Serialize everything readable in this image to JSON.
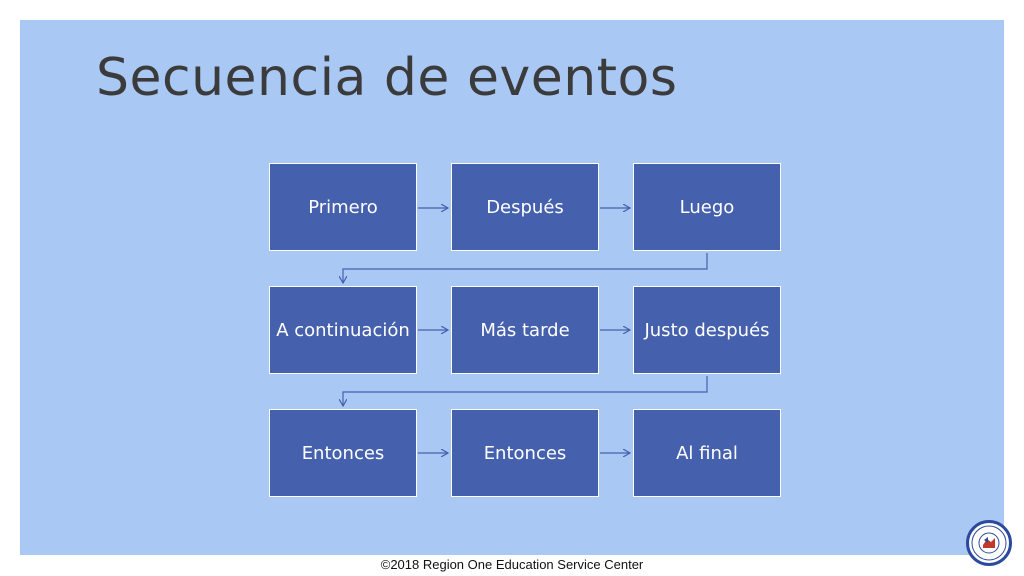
{
  "slide": {
    "title": "Secuencia de eventos",
    "footer": "©2018 Region One Education Service Center",
    "logo_icon": "region-one-seal-icon"
  },
  "flow": {
    "steps": [
      "Primero",
      "Después",
      "Luego",
      "A continuación",
      "Más tarde",
      "Justo después",
      "Entonces",
      "Entonces",
      "Al final"
    ]
  },
  "colors": {
    "slide_bg": "#a9c8f4",
    "box_fill": "#4561ad",
    "box_text": "#ffffff",
    "connector": "#4561ad",
    "title_text": "#3b3b3b"
  }
}
